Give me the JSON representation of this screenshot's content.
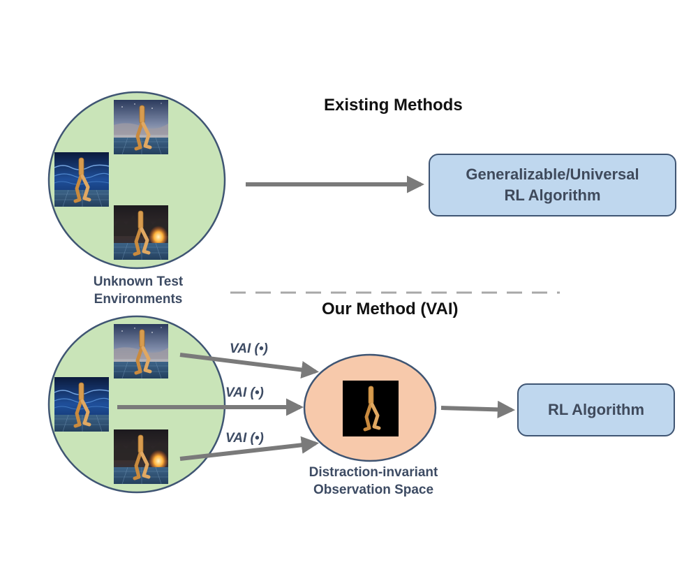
{
  "headings": {
    "existing": "Existing Methods",
    "ours": "Our Method (VAI)"
  },
  "captions": {
    "unknown_line1": "Unknown Test",
    "unknown_line2": "Environments",
    "space_line1": "Distraction-invariant",
    "space_line2": "Observation Space"
  },
  "boxes": {
    "universal_line1": "Generalizable/Universal",
    "universal_line2": "RL Algorithm",
    "rl": "RL Algorithm"
  },
  "arrow_labels": {
    "top": "VAI (•)",
    "middle": "VAI (•)",
    "bottom": "VAI (•)"
  },
  "environments": [
    "starry-sky",
    "ocean-waves",
    "campfire"
  ],
  "colors": {
    "environment_circle": "#c9e4b8",
    "observation_ellipse": "#f7c9ab",
    "box_fill": "#bfd7ee",
    "arrow": "#7a7a7a",
    "text": "#3d4b63"
  }
}
